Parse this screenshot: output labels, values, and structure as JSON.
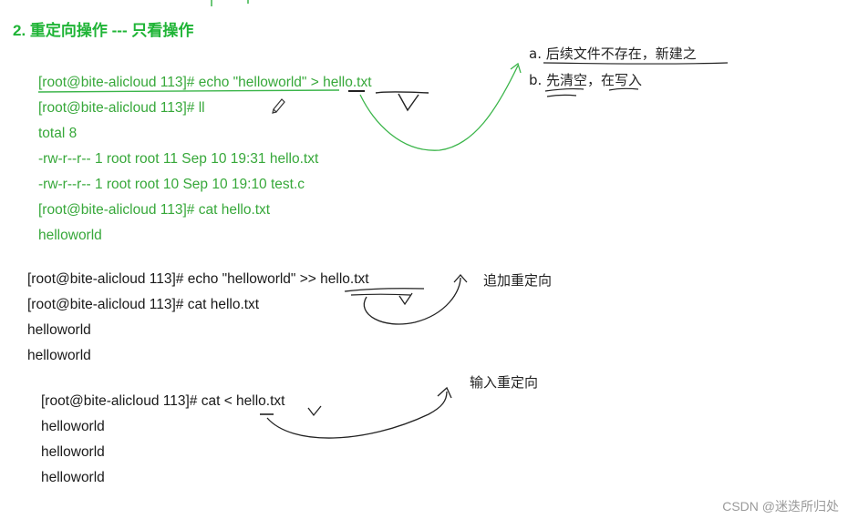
{
  "title": "2. 重定向操作 --- 只看操作",
  "block1": [
    "[root@bite-alicloud 113]# echo \"helloworld\" > hello.txt",
    "[root@bite-alicloud 113]# ll",
    "total 8",
    "-rw-r--r-- 1 root root 11 Sep 10 19:31 hello.txt",
    "-rw-r--r-- 1 root root 10 Sep 10 19:10 test.c",
    "[root@bite-alicloud 113]# cat hello.txt",
    "helloworld"
  ],
  "block2": [
    "[root@bite-alicloud 113]# echo \"helloworld\" >> hello.txt",
    "[root@bite-alicloud 113]# cat hello.txt",
    "helloworld",
    "helloworld"
  ],
  "block3": [
    "[root@bite-alicloud 113]# cat < hello.txt",
    "helloworld",
    "helloworld",
    "helloworld"
  ],
  "notes": {
    "a": "a. 后续文件不存在，新建之",
    "b": "b. 先清空，在写入",
    "append": "追加重定向",
    "input": "输入重定向"
  },
  "watermark": "CSDN @迷迭所归处",
  "colors": {
    "title": "#1fb436",
    "terminal_green": "#37a83a",
    "annotation_green": "#3bb54a"
  }
}
